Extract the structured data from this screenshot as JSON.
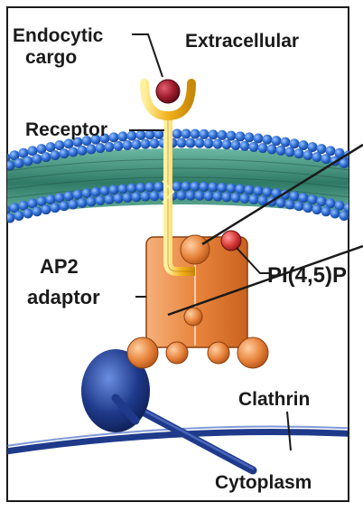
{
  "labels": {
    "endocytic_cargo_line1": "Endocytic",
    "endocytic_cargo_line2": "cargo",
    "extracellular": "Extracellular",
    "receptor": "Receptor",
    "ap2_line1": "AP2",
    "ap2_line2": "adaptor",
    "pi45p": "PI(4,5)P",
    "clathrin": "Clathrin",
    "cytoplasm": "Cytoplasm"
  },
  "colors": {
    "membrane_head": "#2f6fd6",
    "membrane_tail": "#3c8a78",
    "receptor": "#f2b21c",
    "cargo": "#9c1a2a",
    "adaptor": "#e8843c",
    "clathrin": "#1f3a8a",
    "pip_lipid": "#d83a3a"
  }
}
